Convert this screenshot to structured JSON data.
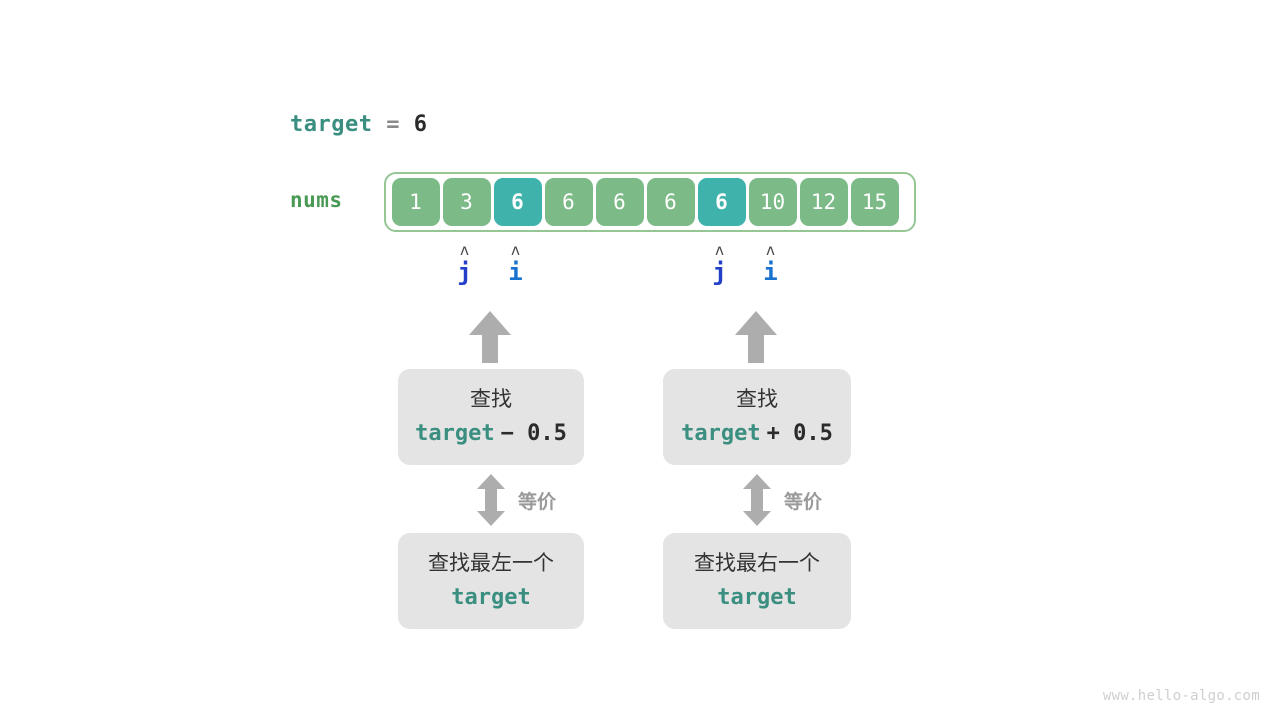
{
  "header": {
    "var_name": "target",
    "equals": "=",
    "value": "6"
  },
  "array": {
    "label": "nums",
    "values": [
      "1",
      "3",
      "6",
      "6",
      "6",
      "6",
      "6",
      "10",
      "12",
      "15"
    ],
    "highlighted_indices": [
      2,
      6
    ]
  },
  "pointers": [
    {
      "caret": "ʌ",
      "name": "j",
      "cell_index": 1,
      "group": "left"
    },
    {
      "caret": "ʌ",
      "name": "i",
      "cell_index": 2,
      "group": "left"
    },
    {
      "caret": "ʌ",
      "name": "j",
      "cell_index": 6,
      "group": "right"
    },
    {
      "caret": "ʌ",
      "name": "i",
      "cell_index": 7,
      "group": "right"
    }
  ],
  "branches": [
    {
      "id": "left",
      "upper_box": {
        "title": "查找",
        "code_var": "target",
        "code_op": "− 0.5"
      },
      "equiv_label": "等价",
      "lower_box": {
        "title": "查找最左一个",
        "code_var": "target"
      }
    },
    {
      "id": "right",
      "upper_box": {
        "title": "查找",
        "code_var": "target",
        "code_op": "+ 0.5"
      },
      "equiv_label": "等价",
      "lower_box": {
        "title": "查找最右一个",
        "code_var": "target"
      }
    }
  ],
  "watermark": "www.hello-algo.com",
  "colors": {
    "teal_accent": "#3a8f81",
    "cell_green": "#7cba87",
    "cell_highlight": "#3fb2ab",
    "frame_green": "#95c694",
    "nums_label_green": "#4a9a56",
    "pointer_j_blue": "#2440c8",
    "pointer_i_blue": "#1a72d0",
    "arrow_gray": "#adadad",
    "box_gray": "#e4e4e4",
    "text_dark": "#333333"
  }
}
